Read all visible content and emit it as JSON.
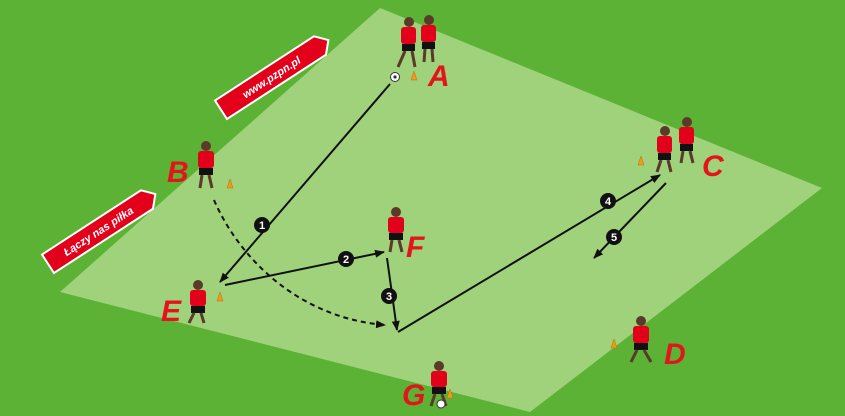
{
  "banners": {
    "website": "www.pzpn.pl",
    "slogan": "Łączy nas piłka"
  },
  "players": {
    "A": "A",
    "B": "B",
    "C": "C",
    "D": "D",
    "E": "E",
    "F": "F",
    "G": "G"
  },
  "passes": [
    "1",
    "2",
    "3",
    "4",
    "5"
  ],
  "colors": {
    "outer_grass": "#5bb235",
    "pitch": "#9fd27a",
    "label": "#e4141b",
    "banner": "#e3001b",
    "cone": "#f39a1b"
  }
}
